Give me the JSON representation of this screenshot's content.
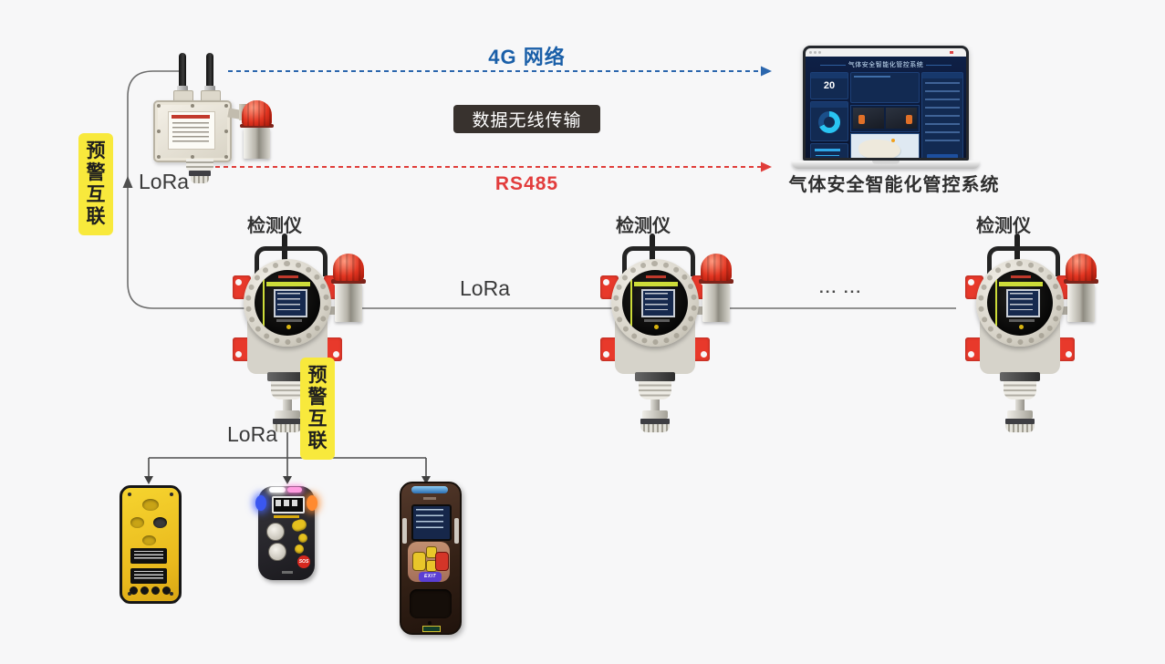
{
  "colors": {
    "background": "#f7f7f8",
    "accent_blue": "#1a5fa8",
    "accent_red": "#e23c3c",
    "dark_badge_bg": "#38322e",
    "highlight_yellow": "#f8e93c",
    "line_gray": "#6e6e6e",
    "alarm_red": "#e23420",
    "bracket_red": "#e8392b",
    "dashboard_navy": "#0c1b3a",
    "dashboard_cyan": "#29c4f2"
  },
  "flow": {
    "network_4g_label": "4G 网络",
    "wireless_badge_label": "数据无线传输",
    "rs485_label": "RS485",
    "lora_gateway_label": "LoRa",
    "lora_backbone_label": "LoRa",
    "lora_portable_label": "LoRa",
    "warning_interlink_left": "预警互联",
    "warning_interlink_right": "预警互联",
    "ellipsis": "... ..."
  },
  "detectors": {
    "items": [
      {
        "label": "检测仪"
      },
      {
        "label": "检测仪"
      },
      {
        "label": "检测仪"
      }
    ]
  },
  "laptop": {
    "caption": "气体安全智能化管控系统",
    "dashboard_title": "气体安全智能化管控系统",
    "stat_value": "20"
  },
  "portables": {
    "sos_label": "SOS",
    "exit_label": "EXIT"
  }
}
